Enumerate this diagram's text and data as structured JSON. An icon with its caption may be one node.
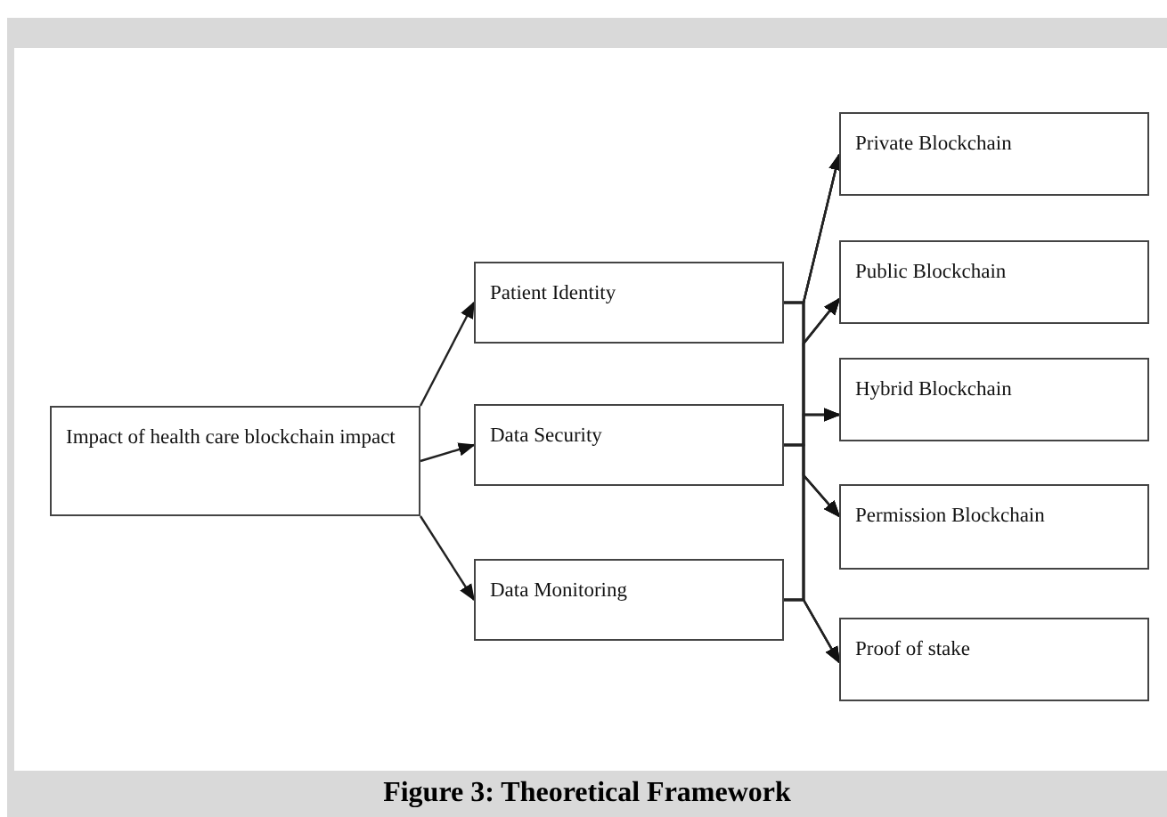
{
  "diagram": {
    "caption": "Figure 3: Theoretical Framework",
    "nodes": [
      {
        "text": [
          "Impact of health care blockchain impact"
        ]
      },
      {
        "text": [
          "Patient Identity"
        ]
      },
      {
        "text": [
          "Data Security"
        ]
      },
      {
        "text": [
          "Data Monitoring"
        ]
      },
      {
        "text": [
          "Private Blockchain"
        ]
      },
      {
        "text": [
          "Public Blockchain"
        ]
      },
      {
        "text": [
          "Hybrid Blockchain"
        ]
      },
      {
        "text": [
          "Permission Blockchain"
        ]
      },
      {
        "text": [
          "Proof of stake"
        ]
      }
    ],
    "edges": [
      {
        "from": 0,
        "to": 1,
        "arrow": "to"
      },
      {
        "from": 0,
        "to": 2,
        "arrow": "to"
      },
      {
        "from": 0,
        "to": 3,
        "arrow": "to"
      },
      {
        "from": 1,
        "to": 4,
        "arrow": "to"
      },
      {
        "from": 1,
        "to": 5,
        "arrow": "to"
      },
      {
        "from": 1,
        "to": 6,
        "arrow": "to"
      },
      {
        "from": 1,
        "to": 7,
        "arrow": "to"
      },
      {
        "from": 1,
        "to": 8,
        "arrow": "to"
      },
      {
        "from": 2,
        "to": 4,
        "arrow": "to"
      },
      {
        "from": 2,
        "to": 5,
        "arrow": "to"
      },
      {
        "from": 2,
        "to": 6,
        "arrow": "to"
      },
      {
        "from": 2,
        "to": 7,
        "arrow": "to"
      },
      {
        "from": 2,
        "to": 8,
        "arrow": "to"
      },
      {
        "from": 3,
        "to": 4,
        "arrow": "to"
      },
      {
        "from": 3,
        "to": 5,
        "arrow": "to"
      },
      {
        "from": 3,
        "to": 6,
        "arrow": "to"
      },
      {
        "from": 3,
        "to": 7,
        "arrow": "to"
      },
      {
        "from": 3,
        "to": 8,
        "arrow": "to"
      }
    ]
  }
}
